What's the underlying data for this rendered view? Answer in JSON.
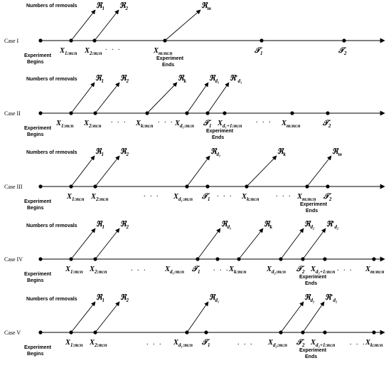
{
  "common": {
    "removals_label": "Numbers of removals",
    "experiment_begins": [
      "Experiment",
      "Begins"
    ],
    "experiment_ends": [
      "Experiment",
      "Ends"
    ],
    "dots": ". . ."
  },
  "cases": [
    {
      "label": "Case  I",
      "removals": [
        {
          "base": "ℜ",
          "sub": "1"
        },
        {
          "base": "ℜ",
          "sub": "2"
        },
        {
          "base": "ℜ",
          "sub": "m"
        }
      ],
      "points": [
        {
          "base": "X",
          "sub": "1:m:n"
        },
        {
          "base": "X",
          "sub": "2:m:n"
        },
        {
          "base": "X",
          "sub": "m:m:n"
        },
        {
          "base": "𝒯",
          "sub": "1"
        },
        {
          "base": "𝒯",
          "sub": "2"
        }
      ]
    },
    {
      "label": "Case  II",
      "removals": [
        {
          "base": "ℜ",
          "sub": "1"
        },
        {
          "base": "ℜ",
          "sub": "2"
        },
        {
          "base": "ℜ",
          "sub": "k"
        },
        {
          "base": "ℜ",
          "sub": "d₁"
        },
        {
          "base": "ℜ′",
          "sub": "d₁"
        }
      ],
      "points": [
        {
          "base": "X",
          "sub": "1:m:n"
        },
        {
          "base": "X",
          "sub": "2:m:n"
        },
        {
          "base": "X",
          "sub": "k:m:n"
        },
        {
          "base": "X",
          "sub": "d₁:m:n"
        },
        {
          "base": "𝒯",
          "sub": "1"
        },
        {
          "base": "X",
          "sub": "d₁+1:m:n"
        },
        {
          "base": "X",
          "sub": "m:m:n"
        },
        {
          "base": "𝒯",
          "sub": "2"
        }
      ]
    },
    {
      "label": "Case  III",
      "removals": [
        {
          "base": "ℜ",
          "sub": "1"
        },
        {
          "base": "ℜ",
          "sub": "2"
        },
        {
          "base": "ℜ",
          "sub": "d₁"
        },
        {
          "base": "ℜ",
          "sub": "k"
        },
        {
          "base": "ℜ",
          "sub": "m"
        }
      ],
      "points": [
        {
          "base": "X",
          "sub": "1:m:n"
        },
        {
          "base": "X",
          "sub": "2:m:n"
        },
        {
          "base": "X",
          "sub": "d₁:m:n"
        },
        {
          "base": "𝒯",
          "sub": "1"
        },
        {
          "base": "X",
          "sub": "k:m:n"
        },
        {
          "base": "X",
          "sub": "m:m:n"
        },
        {
          "base": "𝒯",
          "sub": "2"
        }
      ]
    },
    {
      "label": "Case  IV",
      "removals": [
        {
          "base": "ℜ",
          "sub": "1"
        },
        {
          "base": "ℜ",
          "sub": "2"
        },
        {
          "base": "ℜ",
          "sub": "d₁"
        },
        {
          "base": "ℜ",
          "sub": "k"
        },
        {
          "base": "ℜ",
          "sub": "d₂"
        },
        {
          "base": "ℜ′",
          "sub": "d₂"
        }
      ],
      "points": [
        {
          "base": "X",
          "sub": "1:m:n"
        },
        {
          "base": "X",
          "sub": "2:m:n"
        },
        {
          "base": "X",
          "sub": "d₁:m:n"
        },
        {
          "base": "𝒯",
          "sub": "1"
        },
        {
          "base": "X",
          "sub": "k:m:n"
        },
        {
          "base": "X",
          "sub": "d₂:m:n"
        },
        {
          "base": "𝒯",
          "sub": "2"
        },
        {
          "base": "X",
          "sub": "d₂+1:m:n"
        },
        {
          "base": "X",
          "sub": "m:m:n"
        }
      ]
    },
    {
      "label": "Case  V",
      "removals": [
        {
          "base": "ℜ",
          "sub": "1"
        },
        {
          "base": "ℜ",
          "sub": "2"
        },
        {
          "base": "ℜ",
          "sub": "d₁"
        },
        {
          "base": "ℜ",
          "sub": "d₂"
        },
        {
          "base": "ℜ′",
          "sub": "d₂"
        }
      ],
      "points": [
        {
          "base": "X",
          "sub": "1:m:n"
        },
        {
          "base": "X",
          "sub": "2:m:n"
        },
        {
          "base": "X",
          "sub": "d₁:m:n"
        },
        {
          "base": "𝒯",
          "sub": "1"
        },
        {
          "base": "X",
          "sub": "d₂:m:n"
        },
        {
          "base": "𝒯",
          "sub": "2"
        },
        {
          "base": "X",
          "sub": "d₂+1:m:n"
        },
        {
          "base": "X",
          "sub": "k:m:n"
        }
      ]
    }
  ]
}
